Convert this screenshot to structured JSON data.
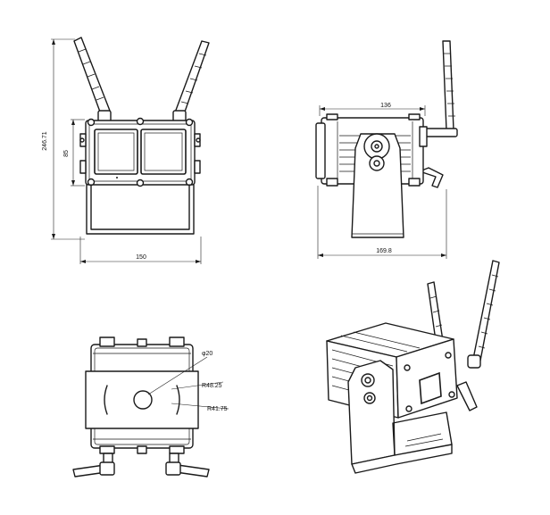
{
  "dimensions": {
    "height_overall": "246.71",
    "height_body": "85",
    "width_front": "150",
    "width_side_top": "136",
    "width_side_bottom": "169.8",
    "hole_diameter": "φ20",
    "radius_outer": "R48.25",
    "radius_inner": "R41.75"
  }
}
